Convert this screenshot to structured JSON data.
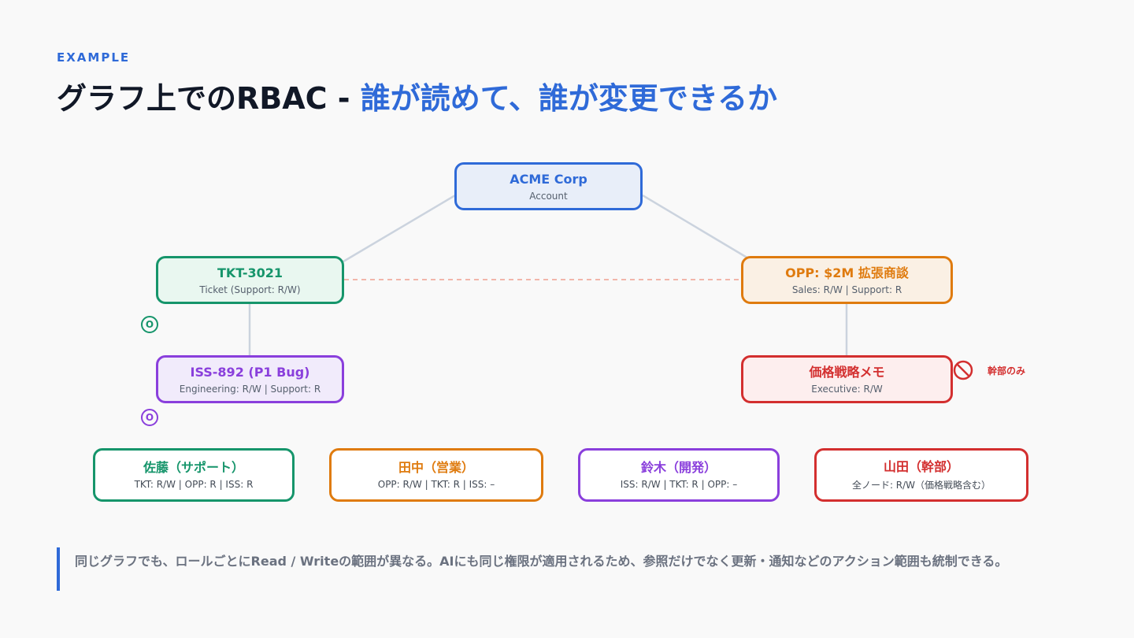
{
  "header": {
    "eyebrow": "EXAMPLE",
    "title_main": "グラフ上でのRBAC - ",
    "title_highlight": "誰が読めて、誰が変更できるか"
  },
  "colors": {
    "blue": "#2f6ad8",
    "green": "#16956b",
    "orange": "#df7b0f",
    "purple": "#8a3fdc",
    "red": "#d32f2f",
    "edge": "#cbd3de",
    "dashed_edge": "#f0a090"
  },
  "nodes": {
    "account": {
      "title": "ACME Corp",
      "sub": "Account"
    },
    "ticket": {
      "title": "TKT-3021",
      "sub": "Ticket (Support: R/W)"
    },
    "opportunity": {
      "title": "OPP: $2M 拡張商談",
      "sub": "Sales: R/W | Support: R"
    },
    "issue": {
      "title": "ISS-892 (P1 Bug)",
      "sub": "Engineering: R/W | Support: R"
    },
    "memo": {
      "title": "価格戦略メモ",
      "sub": "Executive: R/W"
    }
  },
  "markers": {
    "ticket_marker": "O",
    "issue_marker": "O",
    "memo_deny_icon": "no-entry-icon",
    "memo_deny_label": "幹部のみ"
  },
  "users": [
    {
      "name": "佐藤（サポート）",
      "perms": "TKT: R/W | OPP: R | ISS: R"
    },
    {
      "name": "田中（営業）",
      "perms": "OPP: R/W | TKT: R | ISS: –"
    },
    {
      "name": "鈴木（開発）",
      "perms": "ISS: R/W | TKT: R | OPP: –"
    },
    {
      "name": "山田（幹部）",
      "perms": "全ノード: R/W（価格戦略含む）"
    }
  ],
  "note": "同じグラフでも、ロールごとにRead / Writeの範囲が異なる。AIにも同じ権限が適用されるため、参照だけでなく更新・通知などのアクション範囲も統制できる。"
}
